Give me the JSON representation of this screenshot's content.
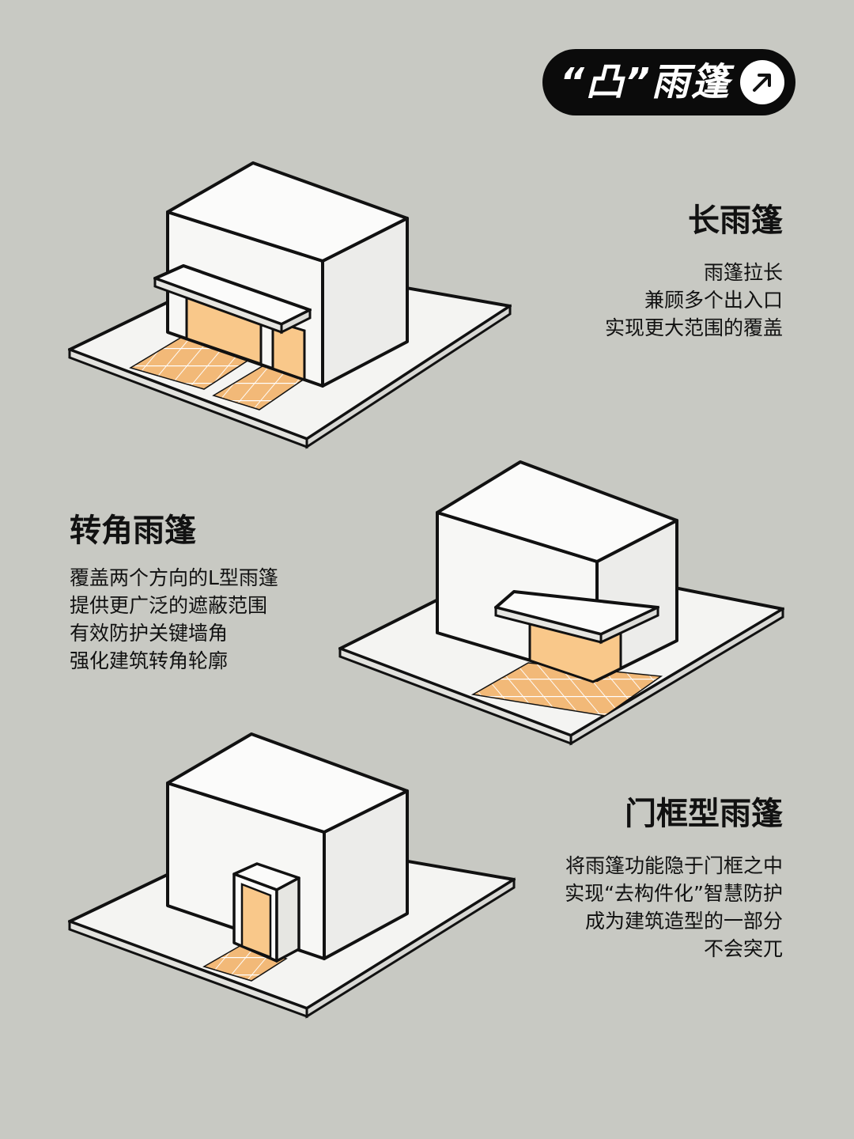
{
  "header": {
    "title": "“凸”雨篷",
    "arrow_icon": "arrow-up-right-icon"
  },
  "sections": [
    {
      "title": "长雨篷",
      "lines": [
        "雨篷拉长",
        "兼顾多个出入口",
        "实现更大范围的覆盖"
      ]
    },
    {
      "title": "转角雨篷",
      "lines": [
        "覆盖两个方向的L型雨篷",
        "提供更广泛的遮蔽范围",
        "有效防护关键墙角",
        "强化建筑转角轮廓"
      ]
    },
    {
      "title": "门框型雨篷",
      "lines": [
        "将雨篷功能隐于门框之中",
        "实现“去构件化”智慧防护",
        "成为建筑造型的一部分",
        "不会突兀"
      ]
    }
  ],
  "colors": {
    "background": "#c8c9c3",
    "pill": "#0b0b0b",
    "wall": "#f7f7f5",
    "wall_side": "#ececea",
    "door_glow": "#f9c88a",
    "paving": "#f2b978",
    "line": "#111111"
  }
}
